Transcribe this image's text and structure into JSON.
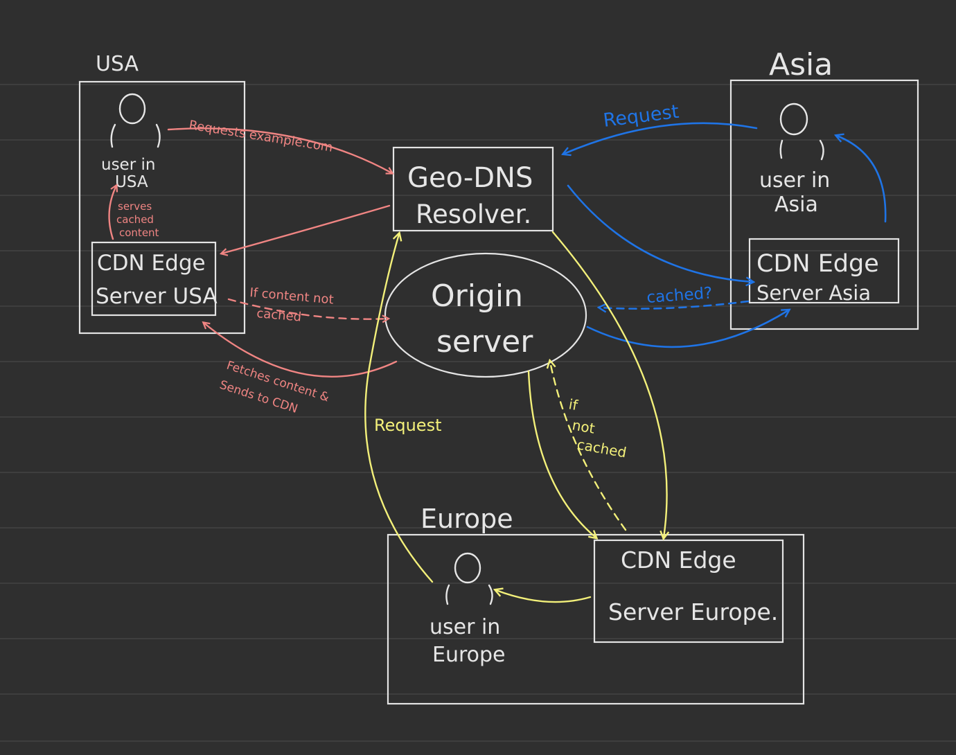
{
  "regions": {
    "usa": "USA",
    "asia": "Asia",
    "europe": "Europe"
  },
  "nodes": {
    "geo_dns": [
      "Geo-DNS",
      "Resolver."
    ],
    "origin": [
      "Origin",
      "server"
    ],
    "user_usa": [
      "user in",
      "USA"
    ],
    "user_asia": [
      "user in",
      "Asia"
    ],
    "user_europe": [
      "user in",
      "Europe"
    ],
    "cdn_usa": [
      "CDN Edge",
      "Server USA"
    ],
    "cdn_asia": [
      "CDN Edge",
      "Server Asia"
    ],
    "cdn_europe": [
      "CDN Edge",
      "Server Europe."
    ]
  },
  "labels": {
    "requests_example": "Requests example.com",
    "serves_cached": [
      "serves",
      "cached",
      "content"
    ],
    "if_content_not_cached": [
      "If content not",
      "cached"
    ],
    "fetches_content": [
      "Fetches content &",
      "Sends to CDN"
    ],
    "request_asia": "Request",
    "cached_asia": "cached?",
    "request_europe": "Request",
    "if_not_cached": [
      "if",
      "not",
      "cached"
    ]
  },
  "colors": {
    "background": "#2f2f2f",
    "usa_flow": "#f08583",
    "asia_flow": "#1f74e6",
    "europe_flow": "#f3f07a",
    "outline": "#e4e4e4"
  }
}
